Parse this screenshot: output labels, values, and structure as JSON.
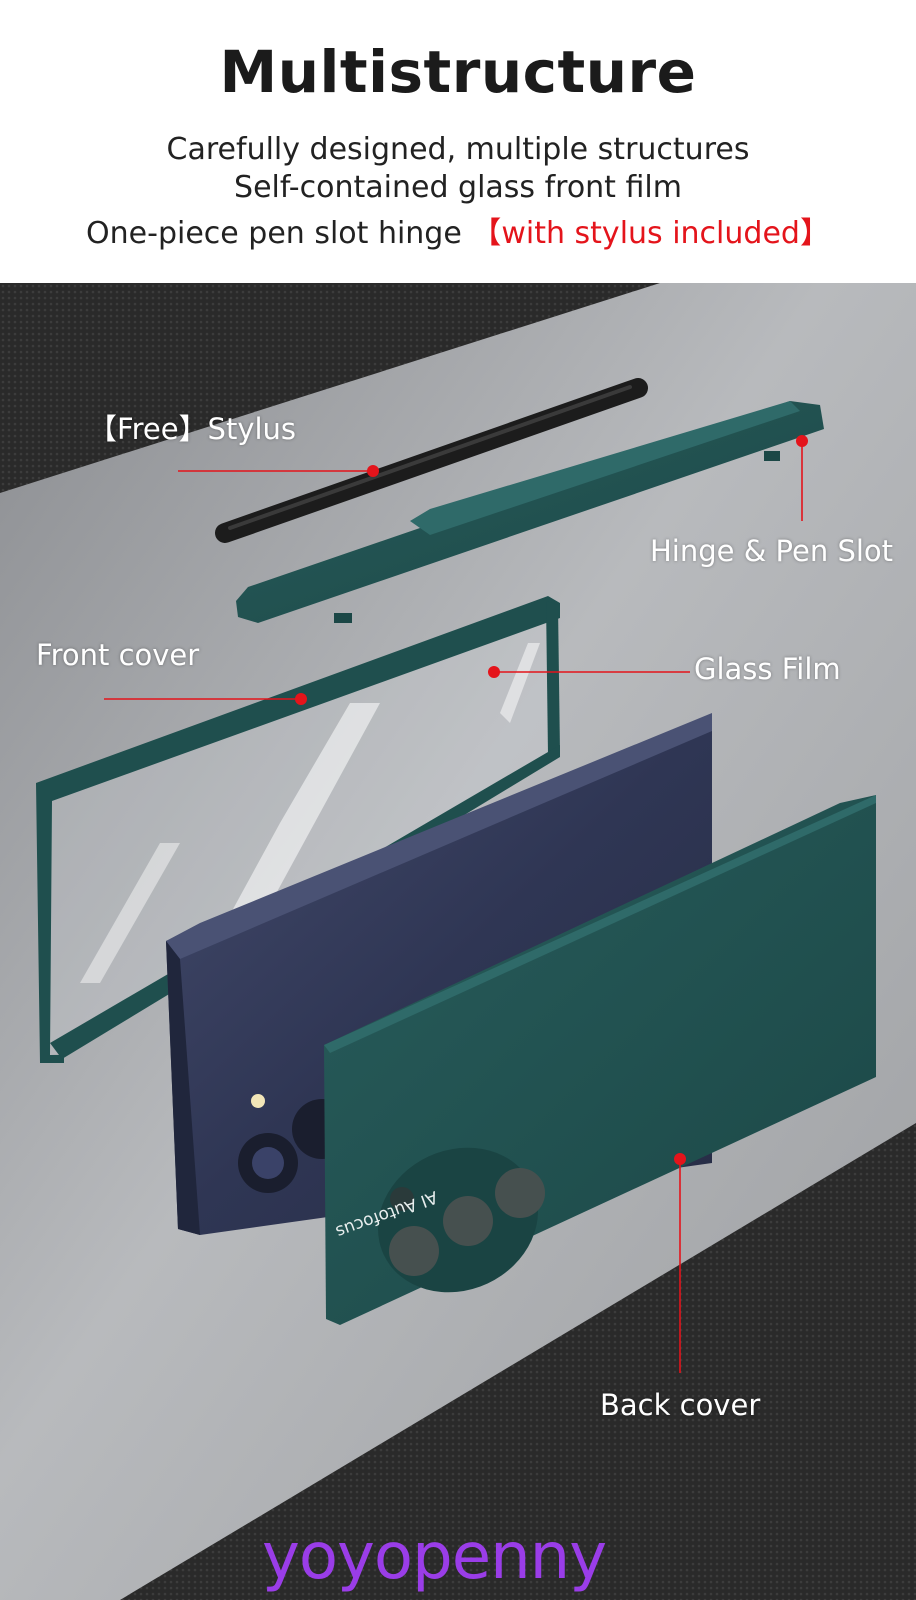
{
  "header": {
    "title": "Multistructure",
    "line1": "Carefully designed, multiple structures",
    "line2": "Self-contained glass front film",
    "line3_prefix": "One-piece pen slot hinge",
    "line3_highlight": "【with stylus included】"
  },
  "labels": {
    "stylus": "【Free】Stylus",
    "hinge": "Hinge & Pen Slot",
    "front_cover": "Front cover",
    "glass_film": "Glass Film",
    "back_cover": "Back cover"
  },
  "case_text": "AI Autofocus",
  "watermark": "yoyopenny",
  "colors": {
    "accent_red": "#e4141b",
    "case_green": "#1f4f4e",
    "phone_navy": "#2e3553",
    "watermark": "#9a3de8"
  }
}
